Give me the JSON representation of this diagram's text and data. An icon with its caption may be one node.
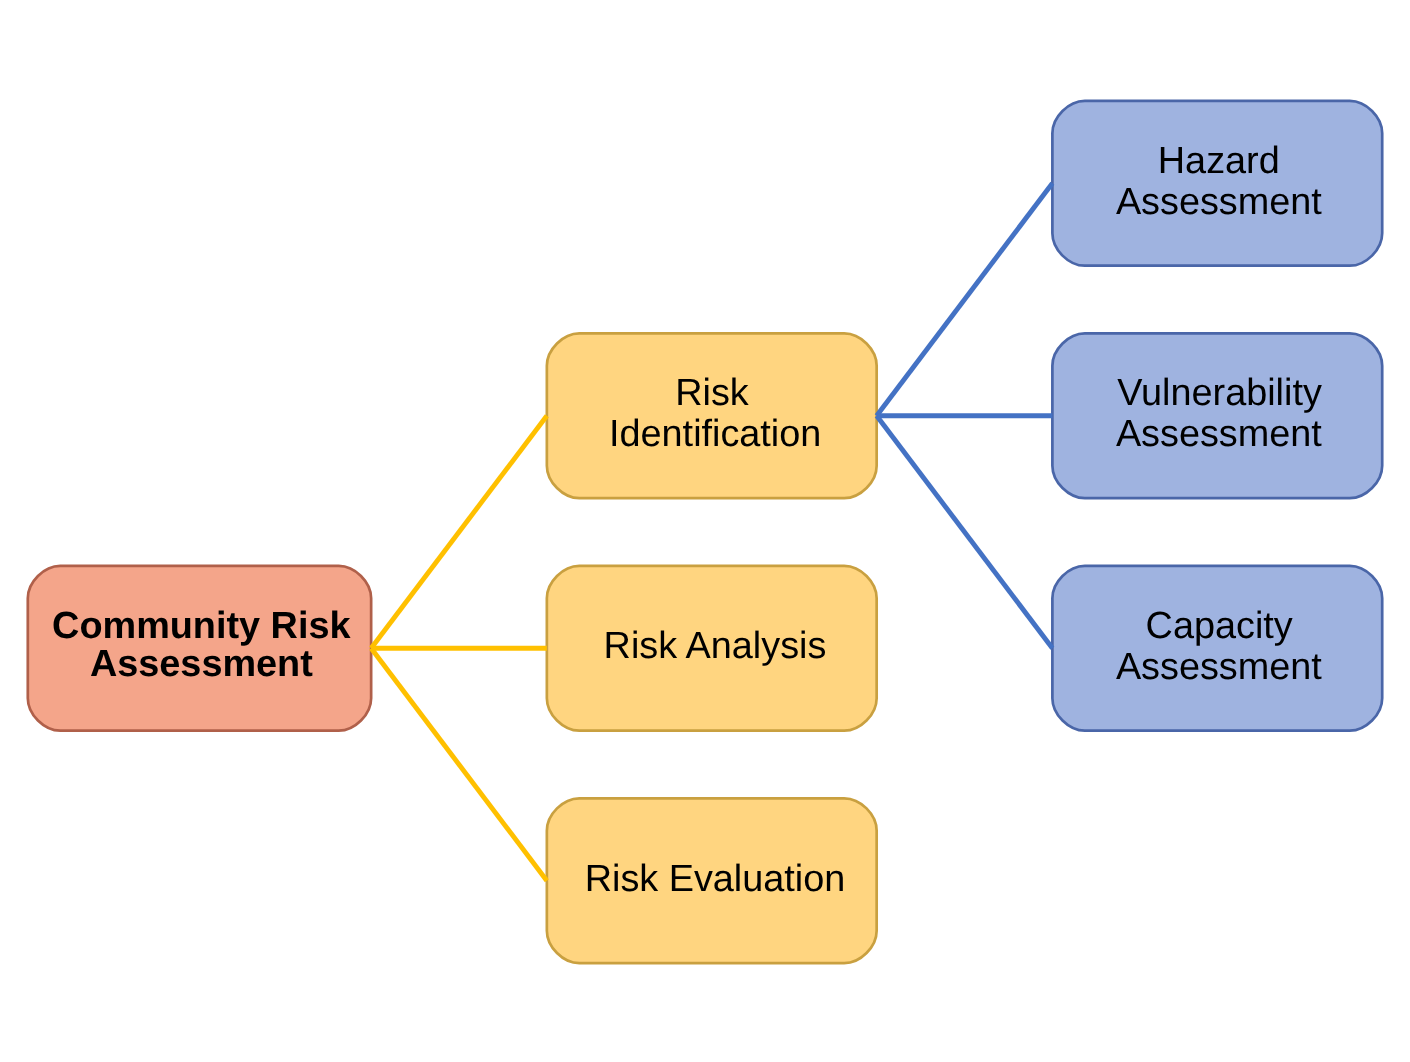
{
  "diagram": {
    "nodes": [
      {
        "text": [
          "Community Risk Assessment"
        ]
      },
      {
        "text": [
          "Risk Identification"
        ]
      },
      {
        "text": [
          "Risk Analysis"
        ]
      },
      {
        "text": [
          "Risk Evaluation"
        ]
      },
      {
        "text": [
          "Hazard Assessment"
        ]
      },
      {
        "text": [
          "Vulnerability Assessment"
        ]
      },
      {
        "text": [
          "Capacity Assessment"
        ]
      }
    ],
    "edges": [
      {
        "from": 0,
        "to": 1,
        "arrow": "none",
        "color": "#ffc000"
      },
      {
        "from": 0,
        "to": 2,
        "arrow": "none",
        "color": "#ffc000"
      },
      {
        "from": 0,
        "to": 3,
        "arrow": "none",
        "color": "#ffc000"
      },
      {
        "from": 1,
        "to": 4,
        "arrow": "none",
        "color": "#4472c4"
      },
      {
        "from": 1,
        "to": 5,
        "arrow": "none",
        "color": "#4472c4"
      },
      {
        "from": 1,
        "to": 6,
        "arrow": "none",
        "color": "#4472c4"
      }
    ]
  }
}
